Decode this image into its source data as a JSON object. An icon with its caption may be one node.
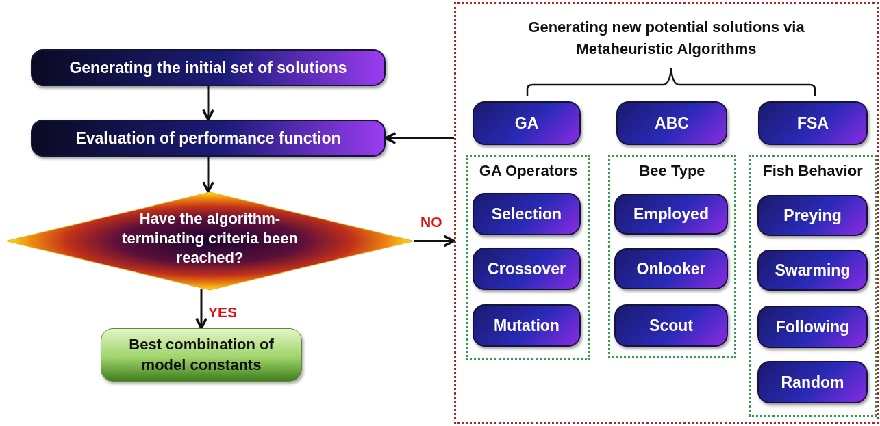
{
  "diagram": {
    "nodes": [
      {
        "text": [
          "Generating the initial set of solutions"
        ]
      },
      {
        "text": [
          "Evaluation of performance function"
        ]
      },
      {
        "text": [
          "Have the algorithm-terminating criteria been reached?"
        ]
      },
      {
        "text": [
          "Best combination of model constants"
        ]
      },
      {
        "text": [
          "Generating new potential solutions via Metaheuristic Algorithms"
        ]
      },
      {
        "text": [
          "GA"
        ],
        "in": 4
      },
      {
        "text": [
          "ABC"
        ],
        "in": 4
      },
      {
        "text": [
          "FSA"
        ],
        "in": 4
      },
      {
        "text": [
          "GA Operators"
        ],
        "in": 4
      },
      {
        "text": [
          "Selection"
        ],
        "in": 8
      },
      {
        "text": [
          "Crossover"
        ],
        "in": 8
      },
      {
        "text": [
          "Mutation"
        ],
        "in": 8
      },
      {
        "text": [
          "Bee Type"
        ],
        "in": 4
      },
      {
        "text": [
          "Employed"
        ],
        "in": 12
      },
      {
        "text": [
          "Onlooker"
        ],
        "in": 12
      },
      {
        "text": [
          "Scout"
        ],
        "in": 12
      },
      {
        "text": [
          "Fish Behavior"
        ],
        "in": 4
      },
      {
        "text": [
          "Preying"
        ],
        "in": 16
      },
      {
        "text": [
          "Swarming"
        ],
        "in": 16
      },
      {
        "text": [
          "Following"
        ],
        "in": 16
      },
      {
        "text": [
          "Random"
        ],
        "in": 16
      }
    ],
    "edges": [
      {
        "from": 0,
        "to": 1,
        "arrow": "to"
      },
      {
        "from": 1,
        "to": 2,
        "arrow": "to"
      },
      {
        "from": 2,
        "to": 3,
        "arrow": "to",
        "label": "YES"
      },
      {
        "from": 2,
        "to": 4,
        "arrow": "to",
        "label": "NO"
      },
      {
        "from": 4,
        "to": 1,
        "arrow": "to"
      }
    ]
  }
}
